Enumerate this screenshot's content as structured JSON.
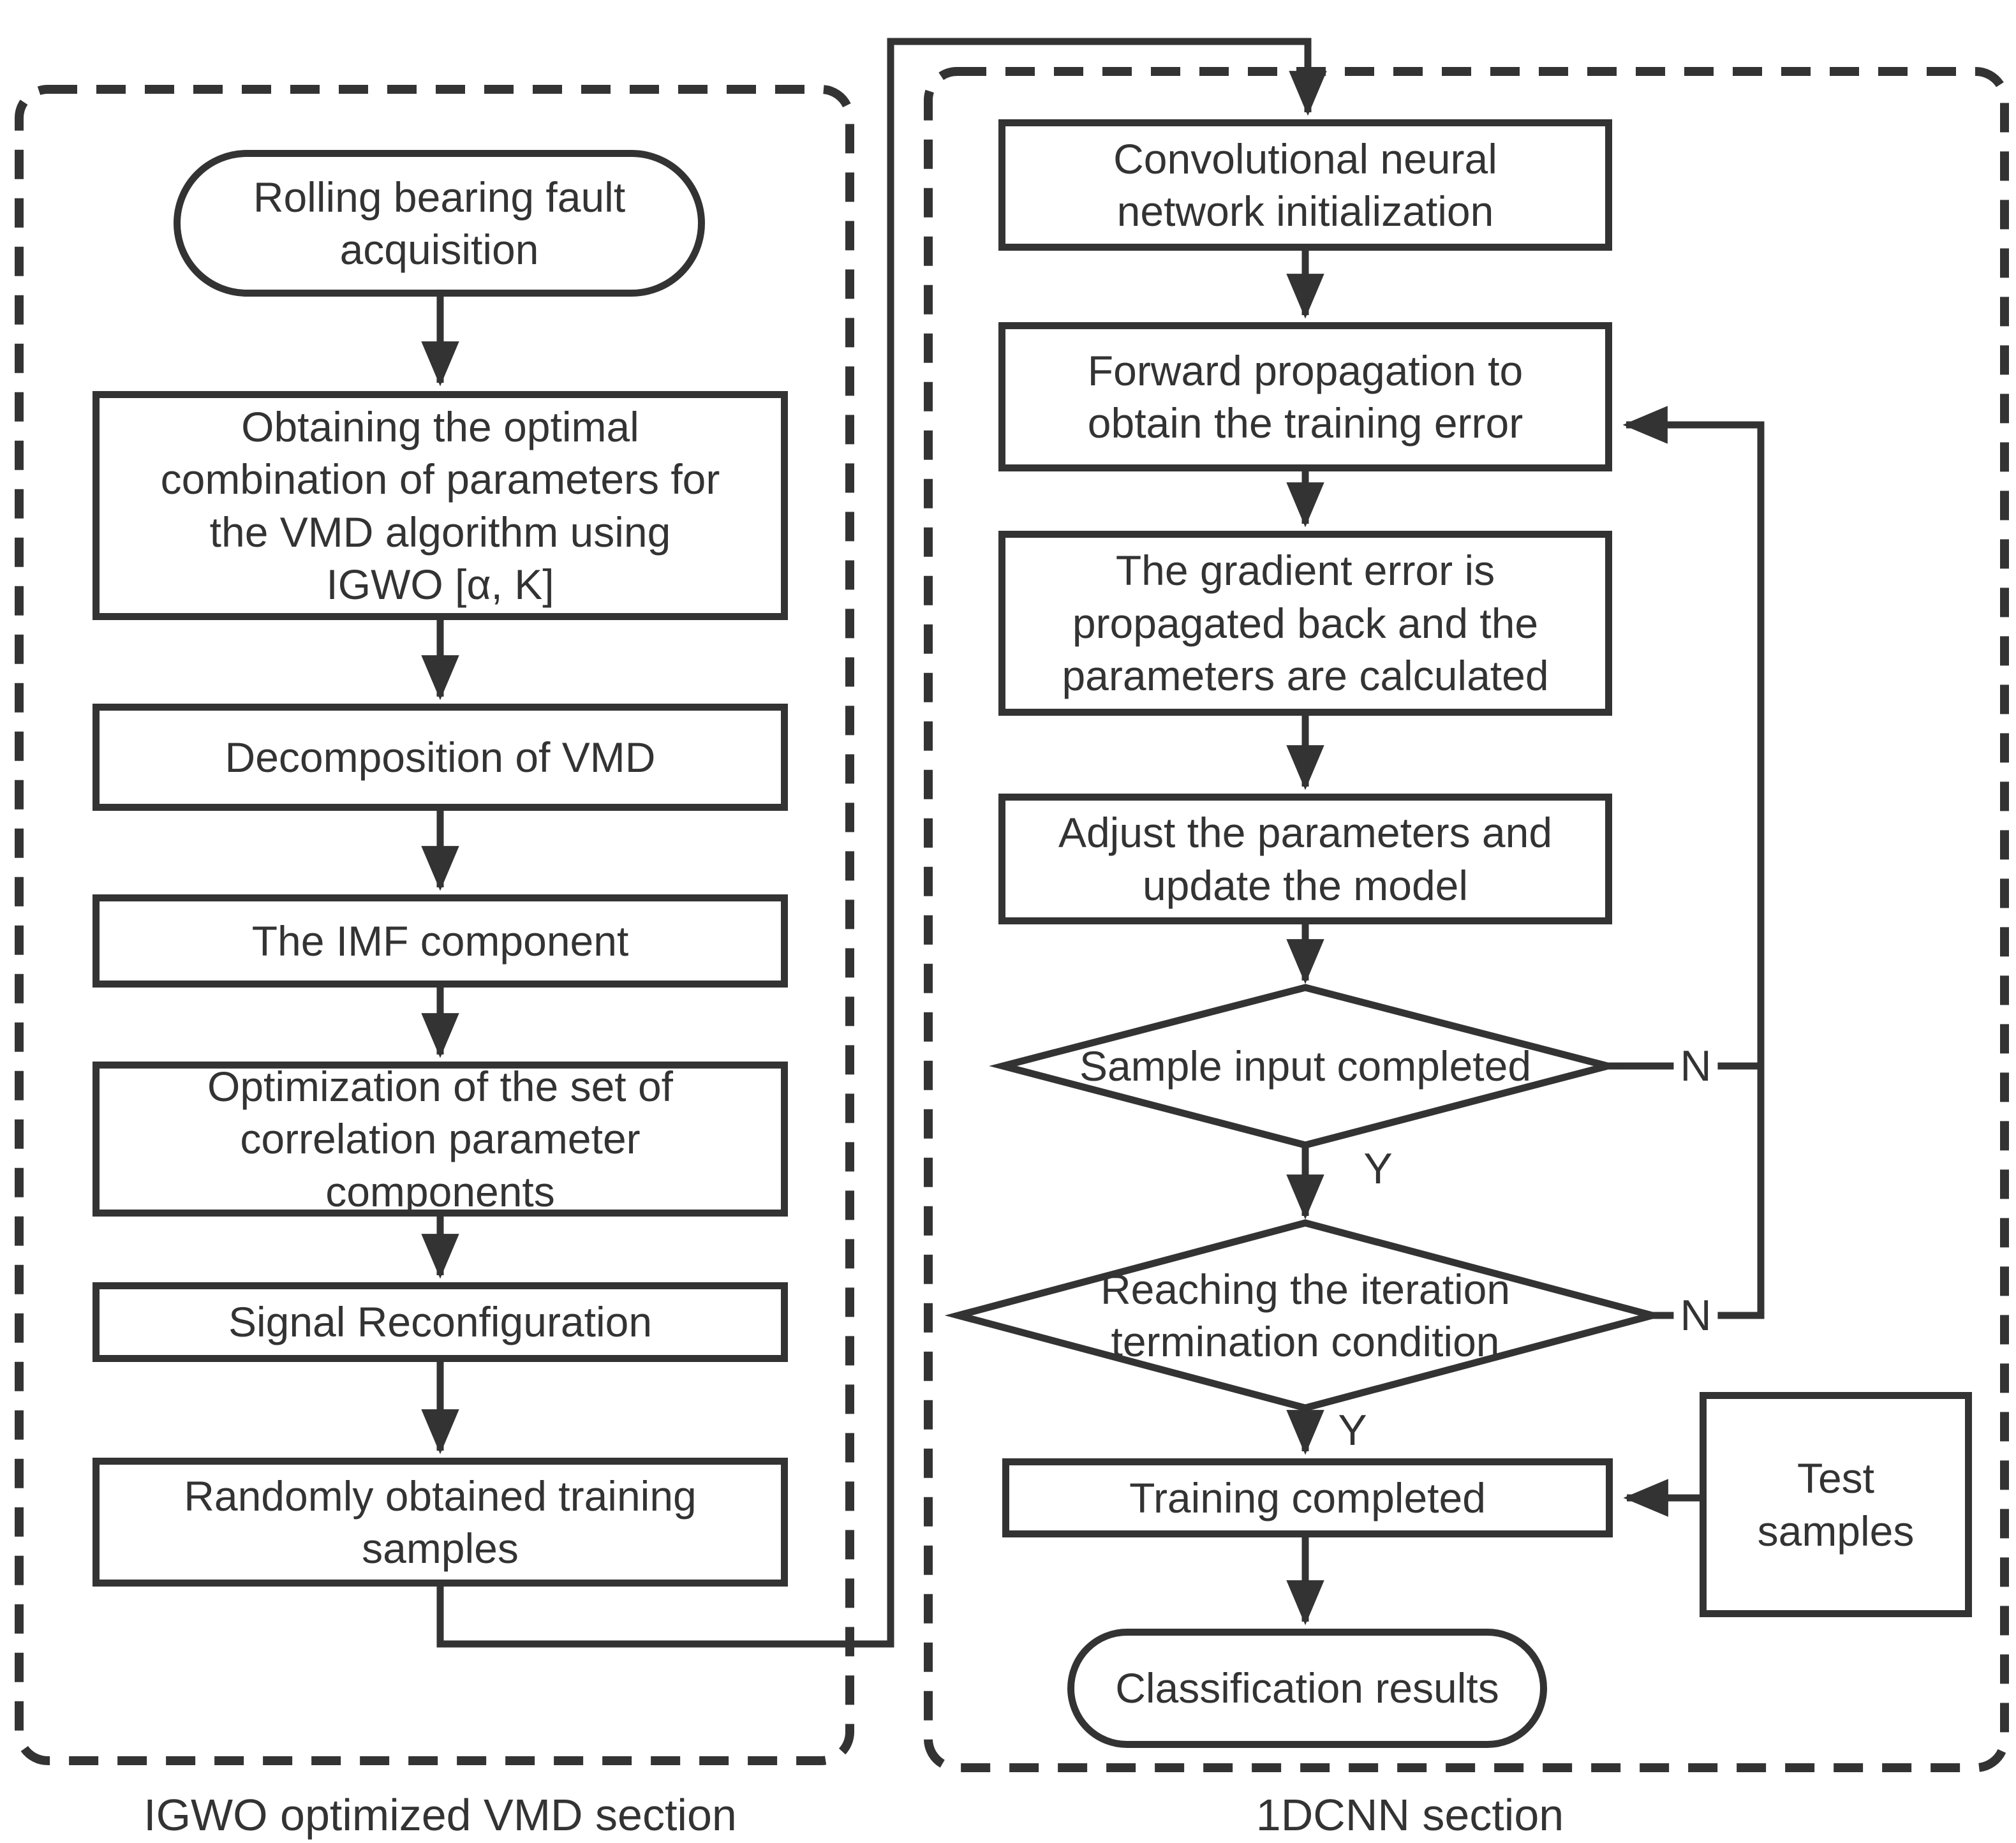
{
  "figure": {
    "colors": {
      "stroke": "#333333",
      "text": "#333333",
      "background": "#ffffff"
    },
    "left_section": {
      "label": "IGWO optimized VMD section",
      "nodes": [
        {
          "shape": "stadium",
          "text": "Rolling bearing fault\nacquisition"
        },
        {
          "shape": "rect",
          "text": "Obtaining the optimal\ncombination of parameters for\nthe VMD algorithm using\nIGWO [α, K]"
        },
        {
          "shape": "rect",
          "text": "Decomposition of VMD"
        },
        {
          "shape": "rect",
          "text": "The IMF component"
        },
        {
          "shape": "rect",
          "text": "Optimization of the set of\ncorrelation parameter\ncomponents"
        },
        {
          "shape": "rect",
          "text": "Signal Reconfiguration"
        },
        {
          "shape": "rect",
          "text": "Randomly obtained training\nsamples"
        }
      ]
    },
    "right_section": {
      "label": "1DCNN section",
      "nodes": [
        {
          "shape": "rect",
          "text": "Convolutional neural\nnetwork initialization"
        },
        {
          "shape": "rect",
          "text": "Forward propagation to\nobtain the training error"
        },
        {
          "shape": "rect",
          "text": "The gradient error is\npropagated back and the\nparameters are calculated"
        },
        {
          "shape": "rect",
          "text": "Adjust the parameters and\nupdate the model"
        },
        {
          "shape": "rect",
          "text": "Training completed"
        },
        {
          "shape": "stadium",
          "text": "Classification results"
        }
      ],
      "decisions": [
        {
          "shape": "diamond",
          "text": "Sample input completed",
          "yes": "Y",
          "no": "N"
        },
        {
          "shape": "diamond",
          "text": "Reaching the iteration\ntermination condition",
          "yes": "Y",
          "no": "N"
        }
      ],
      "test_box": {
        "shape": "rect",
        "text": "Test\nsamples"
      }
    }
  }
}
